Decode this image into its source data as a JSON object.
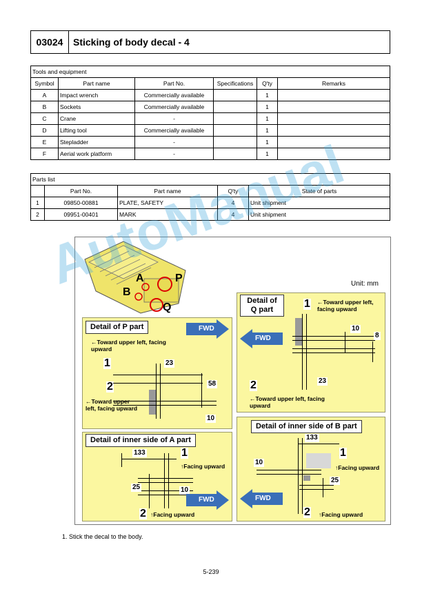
{
  "header": {
    "code": "03024",
    "title": "Sticking of body decal - 4"
  },
  "tools": {
    "caption": "Tools and equipment",
    "columns": [
      "Symbol",
      "Part name",
      "Part No.",
      "Specifications",
      "Q'ty",
      "Remarks"
    ],
    "rows": [
      [
        "A",
        "Impact wrench",
        "Commercially available",
        "",
        "1",
        ""
      ],
      [
        "B",
        "Sockets",
        "Commercially available",
        "",
        "1",
        ""
      ],
      [
        "C",
        "Crane",
        "-",
        "",
        "1",
        ""
      ],
      [
        "D",
        "Lifting tool",
        "Commercially available",
        "",
        "1",
        ""
      ],
      [
        "E",
        "Stepladder",
        "-",
        "",
        "1",
        ""
      ],
      [
        "F",
        "Aerial work platform",
        "-",
        "",
        "1",
        ""
      ]
    ]
  },
  "parts": {
    "caption": "Parts list",
    "columns": [
      "",
      "Part No.",
      "Part name",
      "Q'ty",
      "State of parts"
    ],
    "rows": [
      [
        "1",
        "09850-00881",
        "PLATE, SAFETY",
        "4",
        "Unit shipment"
      ],
      [
        "2",
        "09951-00401",
        "MARK",
        "4",
        "Unit shipment"
      ]
    ]
  },
  "figure": {
    "unit": "Unit: mm",
    "overview": {
      "a": "A",
      "b": "B",
      "p": "P",
      "q": "Q"
    },
    "fwd": "FWD",
    "p_part": {
      "title": "Detail of P part",
      "note1": "←Toward upper left, facing upward",
      "note2": "←Toward upper left, facing upward",
      "n1": "1",
      "n2": "2",
      "d23": "23",
      "d58": "58",
      "d10": "10"
    },
    "q_part": {
      "title": "Detail of Q part",
      "note1": "←Toward upper left, facing upward",
      "note2": "←Toward upper left, facing upward",
      "n1": "1",
      "n2": "2",
      "d10": "10",
      "d8": "8",
      "d23": "23"
    },
    "a_part": {
      "title": "Detail of inner side of A part",
      "note1": "↑Facing upward",
      "note2": "↑Facing upward",
      "n1": "1",
      "n2": "2",
      "d133": "133",
      "d25": "25",
      "d10": "10"
    },
    "b_part": {
      "title": "Detail of inner side of B part",
      "note1": "↑Facing upward",
      "note2": "↑Facing upward",
      "n1": "1",
      "n2": "2",
      "d133": "133",
      "d10": "10",
      "d25": "25"
    }
  },
  "watermark": "AutoManual",
  "note": "1.    Stick the decal to the body.",
  "page_number": "5-239"
}
